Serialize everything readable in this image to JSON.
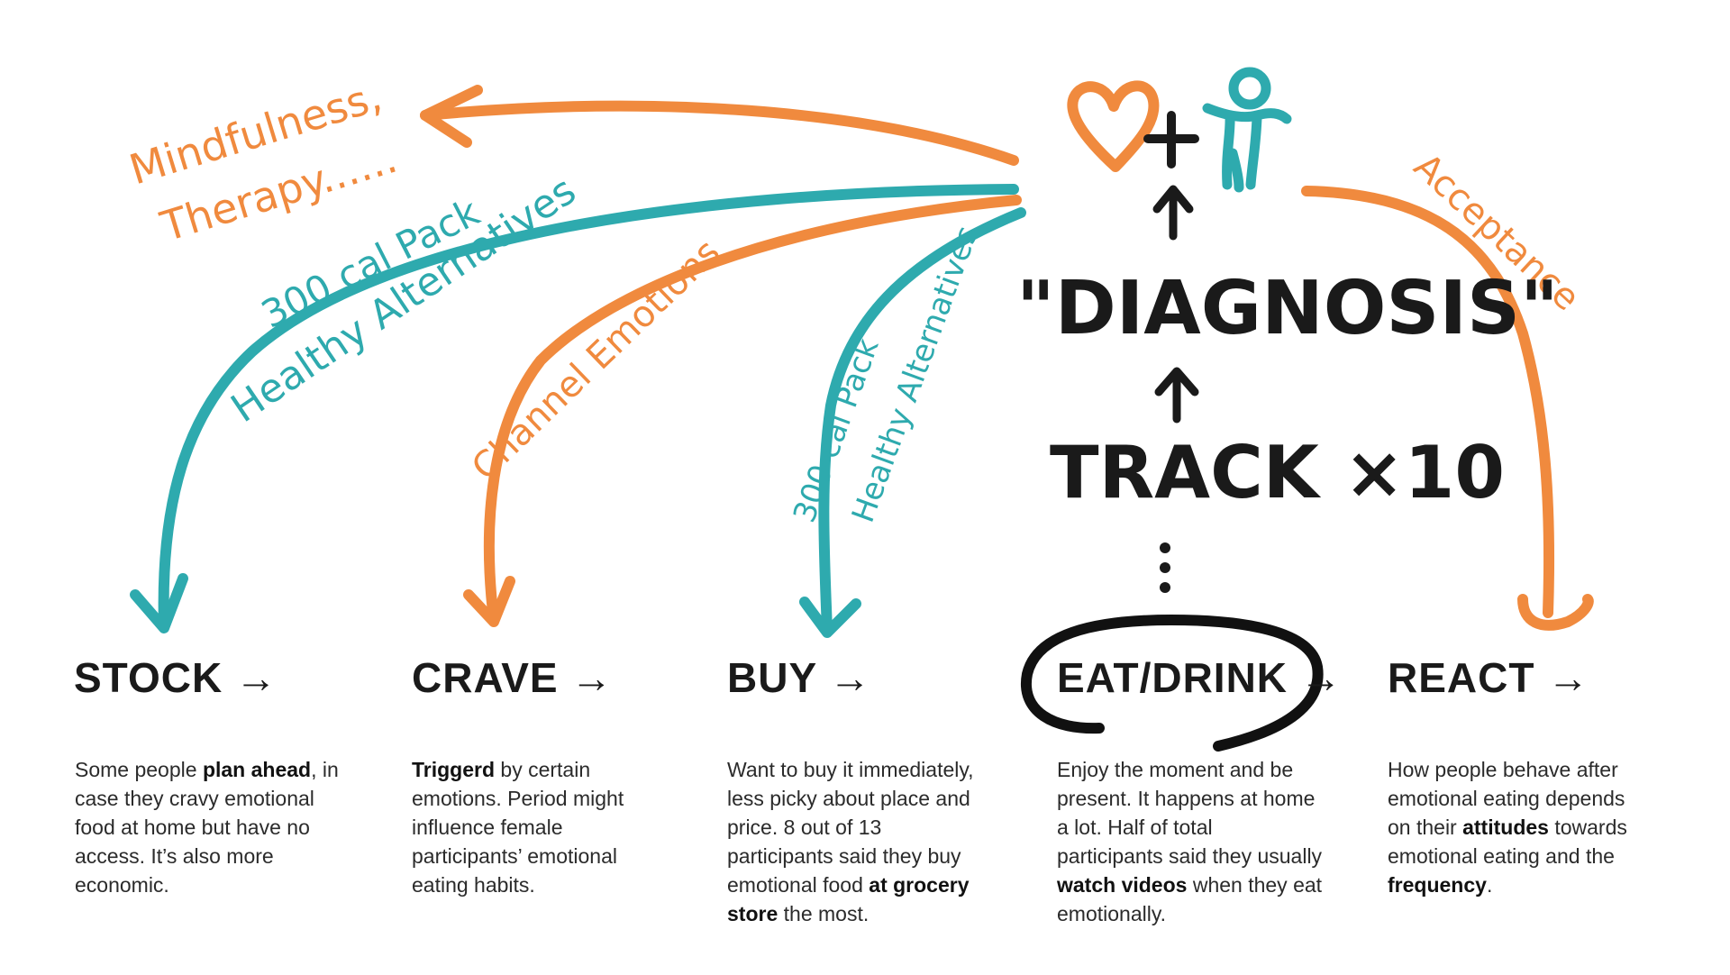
{
  "colors": {
    "orange": "#F08A3E",
    "teal": "#2EAAAE",
    "ink": "#1a1a1a"
  },
  "annotations": {
    "mindfulness_line1": "Mindfulness,",
    "mindfulness_line2": "Therapy......",
    "teal_big_line1": "300 cal Pack",
    "teal_big_line2": "Healthy Alternatives",
    "channel": "Channel Emotions",
    "teal_small_line1": "300 cal Pack",
    "teal_small_line2": "Healthy Alternatives",
    "acceptance": "Acceptance",
    "diagnosis": "\"DIAGNOSIS\"",
    "track": "TRACK ×10",
    "plus": "+"
  },
  "stages": [
    {
      "title": "STOCK →",
      "desc": [
        {
          "t": "Some people "
        },
        {
          "t": "plan ahead",
          "b": true
        },
        {
          "t": ", in case they cravy emotional food at home but have no access. It’s also more economic."
        }
      ]
    },
    {
      "title": "CRAVE →",
      "desc": [
        {
          "t": "Triggerd",
          "b": true
        },
        {
          "t": " by certain emotions. Period might influence female participants’ emotional eating habits."
        }
      ]
    },
    {
      "title": "BUY →",
      "desc": [
        {
          "t": "Want to buy it immediately, less picky about place and price. 8 out of 13 participants said they buy emotional food "
        },
        {
          "t": "at grocery store",
          "b": true
        },
        {
          "t": " the most."
        }
      ]
    },
    {
      "title": "EAT/DRINK →",
      "desc": [
        {
          "t": "Enjoy the moment and be present. It happens at home a lot. Half of  total participants said they usually "
        },
        {
          "t": "watch videos",
          "b": true
        },
        {
          "t": " when they eat emotionally."
        }
      ]
    },
    {
      "title": "REACT →",
      "desc": [
        {
          "t": "How people behave after emotional eating depends on their "
        },
        {
          "t": "attitudes",
          "b": true
        },
        {
          "t": " towards emotional eating and the "
        },
        {
          "t": "frequency",
          "b": true
        },
        {
          "t": "."
        }
      ]
    }
  ]
}
